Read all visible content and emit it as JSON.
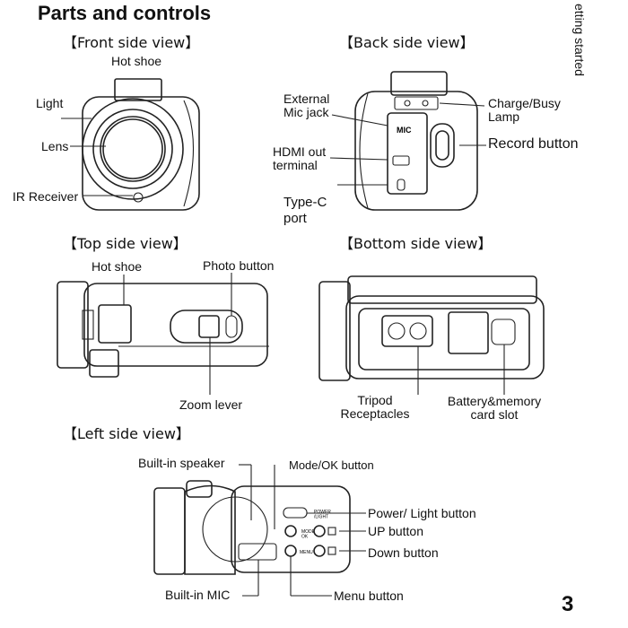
{
  "page": {
    "title": "Parts and controls",
    "side_tab": "etting started",
    "page_number": "3"
  },
  "views": {
    "front": {
      "heading": "【Front side view】",
      "labels": {
        "hot_shoe": "Hot shoe",
        "light": "Light",
        "lens": "Lens",
        "ir_receiver": "IR Receiver"
      }
    },
    "back": {
      "heading": "【Back side view】",
      "labels": {
        "external_mic_jack": "External\nMic jack",
        "hdmi_out": "HDMI out\nterminal",
        "type_c": "Type-C\nport",
        "charge_busy": "Charge/Busy\nLamp",
        "record_button": "Record button",
        "mic_mark": "MIC"
      }
    },
    "top": {
      "heading": "【Top side view】",
      "labels": {
        "hot_shoe": "Hot shoe",
        "photo_button": "Photo button",
        "zoom_lever": "Zoom lever"
      }
    },
    "bottom": {
      "heading": "【Bottom side view】",
      "labels": {
        "tripod": "Tripod\nReceptacles",
        "battery": "Battery&memory\ncard slot"
      }
    },
    "left": {
      "heading": "【Left side view】",
      "labels": {
        "speaker": "Built-in speaker",
        "mode_ok": "Mode/OK button",
        "power_light": "Power/ Light  button",
        "up": "UP button",
        "down": "Down button",
        "menu": "Menu button",
        "mic": "Built-in MIC",
        "power_mark": "POWER\n/LIGHT",
        "mode_mark": "MODE\nOK",
        "menu_mark": "MENU"
      }
    }
  }
}
